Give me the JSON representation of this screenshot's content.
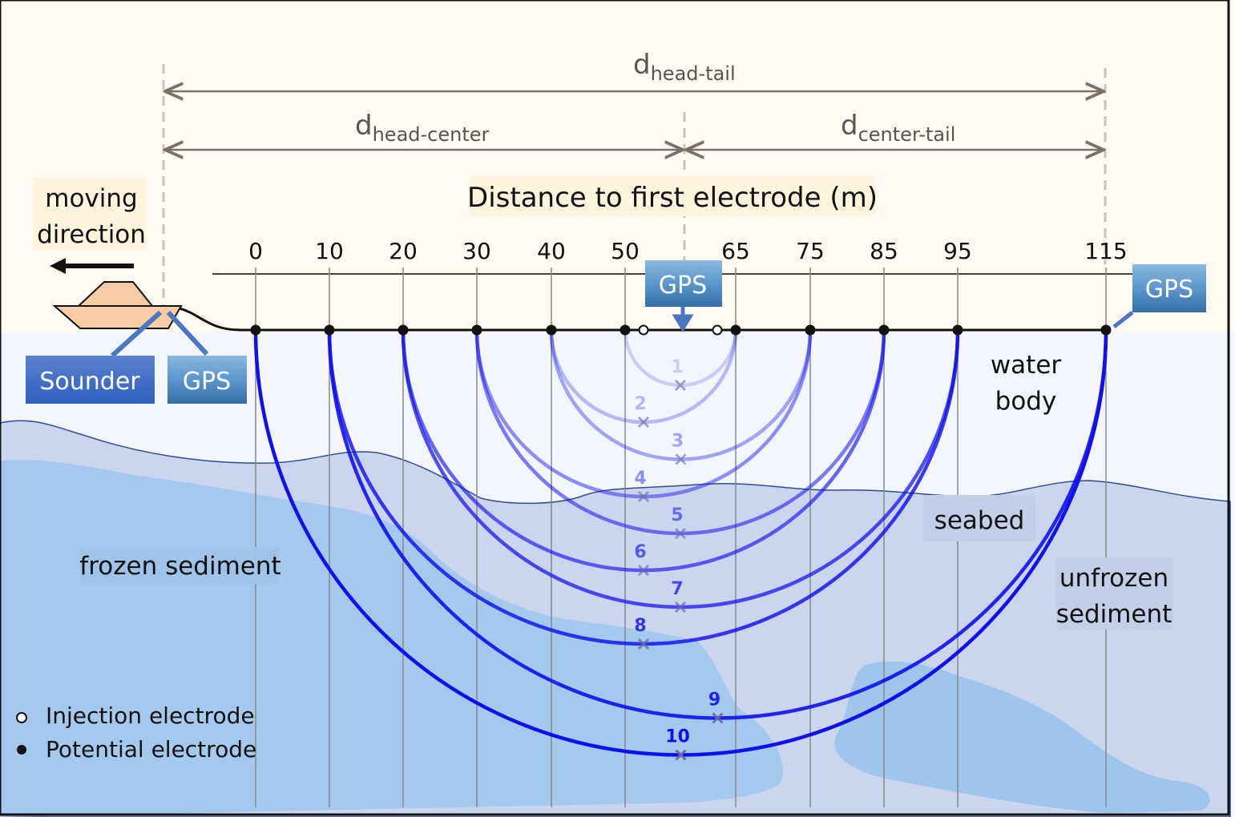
{
  "title": "Distance to first electrode (m)",
  "dims": {
    "head_tail": {
      "main": "d",
      "sub": "head-tail"
    },
    "head_center": {
      "main": "d",
      "sub": "head-center"
    },
    "center_tail": {
      "main": "d",
      "sub": "center-tail"
    }
  },
  "ticks": [
    "0",
    "10",
    "20",
    "30",
    "40",
    "50",
    "65",
    "75",
    "85",
    "95",
    "115"
  ],
  "tick_values": [
    0,
    10,
    20,
    30,
    40,
    50,
    65,
    75,
    85,
    95,
    115
  ],
  "injection_values": [
    52.5,
    62.5
  ],
  "labels": {
    "moving_1": "moving",
    "moving_2": "direction",
    "sounder": "Sounder",
    "gps_boat": "GPS",
    "gps_center": "GPS",
    "gps_tail": "GPS",
    "water_1": "water",
    "water_2": "body",
    "seabed": "seabed",
    "frozen": "frozen sediment",
    "unfrozen_1": "unfrozen",
    "unfrozen_2": "sediment"
  },
  "legend": {
    "injection": "Injection electrode",
    "potential": "Potential electrode"
  },
  "arcs": [
    {
      "label": "1",
      "from": 50,
      "to": 65
    },
    {
      "label": "2",
      "from": 40,
      "to": 65
    },
    {
      "label": "3",
      "from": 40,
      "to": 75
    },
    {
      "label": "4",
      "from": 30,
      "to": 75
    },
    {
      "label": "5",
      "from": 30,
      "to": 85
    },
    {
      "label": "6",
      "from": 20,
      "to": 85
    },
    {
      "label": "7",
      "from": 20,
      "to": 95
    },
    {
      "label": "8",
      "from": 10,
      "to": 95
    },
    {
      "label": "9",
      "from": 10,
      "to": 115
    },
    {
      "label": "10",
      "from": 0,
      "to": 115
    }
  ],
  "colors": {
    "sky": "#fffbf2",
    "water": "#f3f6fc",
    "seabed": "#cbd6ee",
    "frozen": "#a5c9ec",
    "arc": "#1010ee",
    "gps": "#4a86c0",
    "sounder": "#3f6ec8"
  }
}
